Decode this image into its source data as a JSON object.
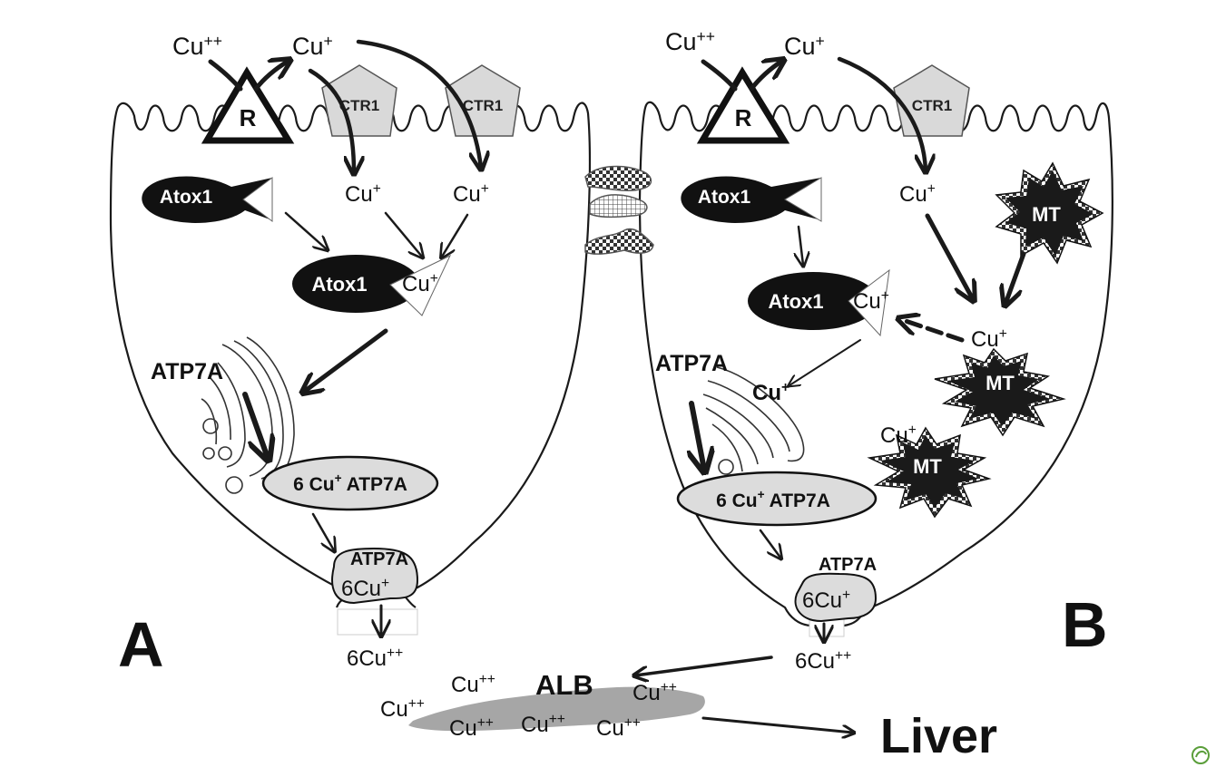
{
  "panels": {
    "a": {
      "letter": "A",
      "reductase": "R",
      "cupric": "Cu++",
      "cuprous": "Cu+",
      "ctr1_1": "CTR1",
      "ctr1_2": "CTR1",
      "cu_inside_1": "Cu+",
      "cu_inside_2": "Cu+",
      "atox1": "Atox1",
      "atox1_bound": "Atox1",
      "atox1_bound_cu": "Cu+",
      "atp7a": "ATP7A",
      "complex": "6 Cu+ ATP7A",
      "vesicle_label": "ATP7A",
      "vesicle_cu": "6Cu+",
      "released": "6Cu++"
    },
    "b": {
      "letter": "B",
      "reductase": "R",
      "cupric": "Cu++",
      "cuprous": "Cu+",
      "ctr1": "CTR1",
      "cu_inside": "Cu+",
      "mt_free": "MT",
      "atox1": "Atox1",
      "atox1_bound": "Atox1",
      "atox1_bound_cu": "Cu+",
      "mt_bound_cu": "Cu+",
      "mt_bound": "MT",
      "atp7a": "ATP7A",
      "cu_to_golgi": "Cu+",
      "mt_bound2_cu": "Cu+",
      "mt_bound2": "MT",
      "complex": "6 Cu+ ATP7A",
      "vesicle_label": "ATP7A",
      "vesicle_cu": "6Cu+",
      "released": "6Cu++"
    }
  },
  "circulation": {
    "alb": "ALB",
    "cu1": "Cu++",
    "cu2": "Cu++",
    "cu3": "Cu++",
    "cu4": "Cu++",
    "cu5": "Cu++",
    "cu6": "Cu++",
    "liver": "Liver"
  },
  "colors": {
    "outline": "#1a1a1a",
    "atox1_fill": "#111111",
    "ctr1_fill": "#d9d9d9",
    "vesicle_fill": "#dcdcdc",
    "albumin_fill": "#a6a6a6",
    "mt_fill": "#1a1a1a"
  }
}
